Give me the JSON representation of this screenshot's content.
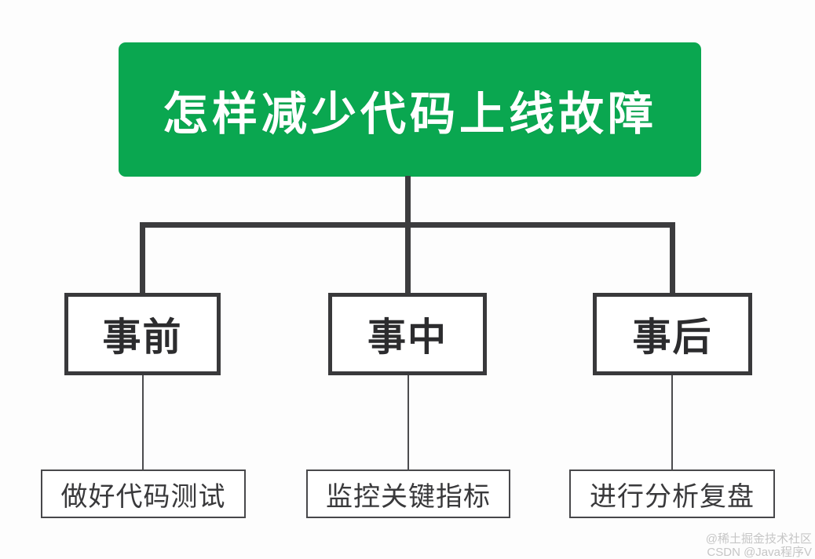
{
  "diagram": {
    "root": {
      "label": "怎样减少代码上线故障"
    },
    "branches": [
      {
        "label": "事前",
        "child": "做好代码测试"
      },
      {
        "label": "事中",
        "child": "监控关键指标"
      },
      {
        "label": "事后",
        "child": "进行分析复盘"
      }
    ],
    "colors": {
      "root_bg": "#0aa750",
      "root_text": "#ffffff",
      "connector_thick": "#3c3c3e",
      "connector_thin": "#4c4c4e",
      "branch_border": "#39393b",
      "leaf_border": "#48484b",
      "text": "#2c2c2e",
      "background": "#fdfdfd"
    }
  },
  "watermark": {
    "line1": "@稀土掘金技术社区",
    "line2": "CSDN @Java程序V"
  }
}
